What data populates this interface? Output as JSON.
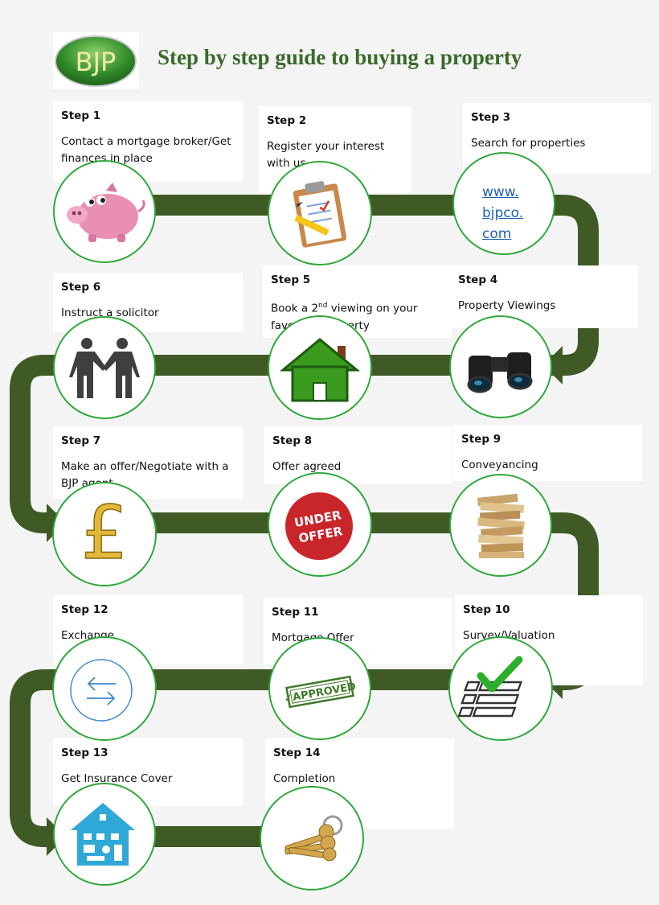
{
  "header": {
    "logo_text": "BJP",
    "title": "Step by step guide to buying a property"
  },
  "colors": {
    "path": "#3f5a24",
    "circle_border": "#2fa83a",
    "title": "#3a6a2a",
    "link": "#1f5fb5"
  },
  "steps": [
    {
      "label": "Step 1",
      "text": "Contact a mortgage broker/Get finances in place",
      "icon": "piggy-bank-icon"
    },
    {
      "label": "Step 2",
      "text": "Register your interest with us",
      "icon": "clipboard-icon"
    },
    {
      "label": "Step 3",
      "text": "Search for properties",
      "icon": "website-link-icon",
      "link": "www.bjpco.com"
    },
    {
      "label": "Step 4",
      "text": "Property Viewings",
      "icon": "binoculars-icon"
    },
    {
      "label": "Step 5",
      "text_before": "Book a 2",
      "text_sup": "nd",
      "text_after": " viewing on your favourite property",
      "icon": "house-icon"
    },
    {
      "label": "Step 6",
      "text": "Instruct a solicitor",
      "icon": "handshake-icon"
    },
    {
      "label": "Step 7",
      "text": "Make an offer/Negotiate with a BJP agent",
      "icon": "pound-sign-icon"
    },
    {
      "label": "Step 8",
      "text": "Offer agreed",
      "icon": "under-offer-badge-icon",
      "badge": "UNDER OFFER"
    },
    {
      "label": "Step 9",
      "text": "Conveyancing",
      "icon": "paper-stack-icon"
    },
    {
      "label": "Step 10",
      "text": "Survey/Valuation",
      "icon": "checklist-icon"
    },
    {
      "label": "Step 11",
      "text": "Mortgage Offer",
      "icon": "approved-stamp-icon",
      "stamp": "APPROVED"
    },
    {
      "label": "Step 12",
      "text": "Exchange",
      "icon": "exchange-arrows-icon"
    },
    {
      "label": "Step 13",
      "text": "Get Insurance Cover",
      "icon": "insured-house-icon"
    },
    {
      "label": "Step 14",
      "text": "Completion",
      "icon": "keys-icon"
    }
  ]
}
